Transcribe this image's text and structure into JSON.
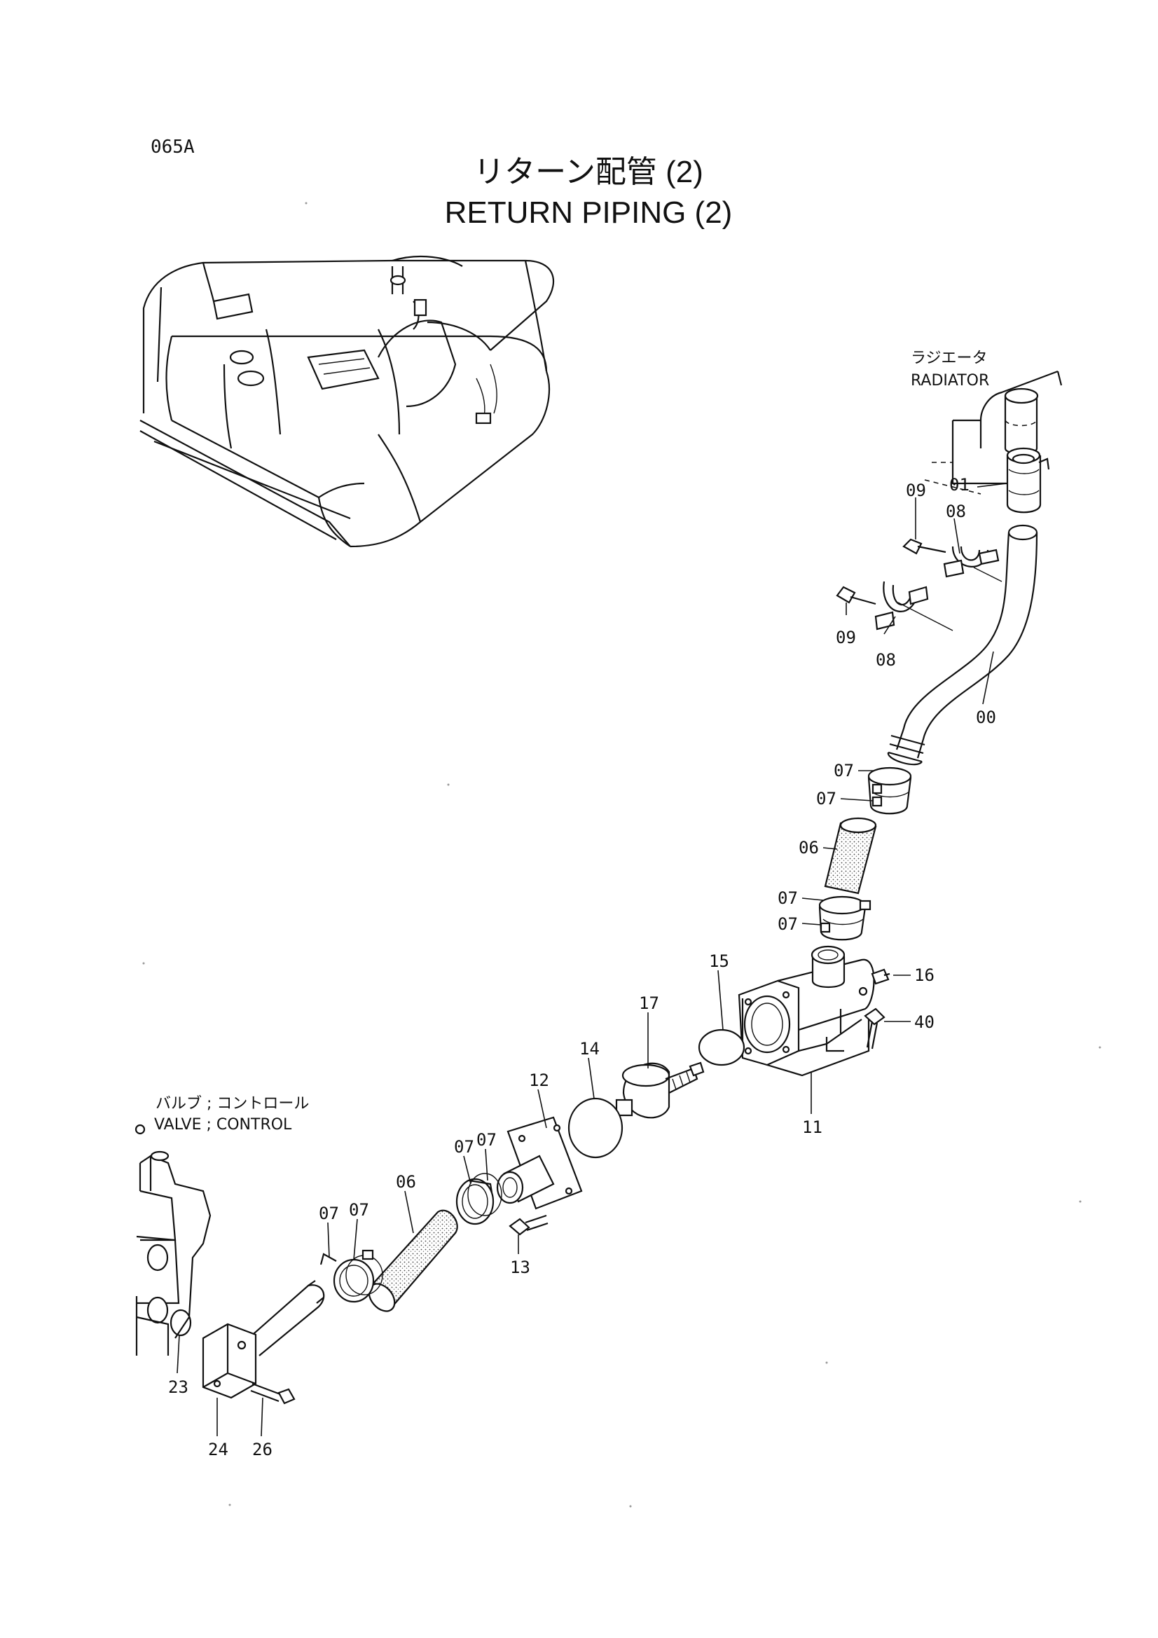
{
  "page": {
    "code": "065A",
    "title_jp": "リターン配管 (2)",
    "title_en": "RETURN PIPING (2)"
  },
  "notes": {
    "radiator_jp": "ラジエータ",
    "radiator_en": "RADIATOR",
    "valve_jp": "バルブ ; コントロール",
    "valve_en": "VALVE ; CONTROL"
  },
  "callouts": [
    {
      "id": "c01",
      "text": "01"
    },
    {
      "id": "c09a",
      "text": "09"
    },
    {
      "id": "c08a",
      "text": "08"
    },
    {
      "id": "c09b",
      "text": "09"
    },
    {
      "id": "c08b",
      "text": "08"
    },
    {
      "id": "c00",
      "text": "00"
    },
    {
      "id": "c07a",
      "text": "07"
    },
    {
      "id": "c07b",
      "text": "07"
    },
    {
      "id": "c06a",
      "text": "06"
    },
    {
      "id": "c07c",
      "text": "07"
    },
    {
      "id": "c07d",
      "text": "07"
    },
    {
      "id": "c15",
      "text": "15"
    },
    {
      "id": "c16",
      "text": "16"
    },
    {
      "id": "c17",
      "text": "17"
    },
    {
      "id": "c40",
      "text": "40"
    },
    {
      "id": "c14",
      "text": "14"
    },
    {
      "id": "c12",
      "text": "12"
    },
    {
      "id": "c11",
      "text": "11"
    },
    {
      "id": "c07e",
      "text": "07"
    },
    {
      "id": "c07f",
      "text": "07"
    },
    {
      "id": "c06b",
      "text": "06"
    },
    {
      "id": "c07g",
      "text": "07"
    },
    {
      "id": "c07h",
      "text": "07"
    },
    {
      "id": "c13",
      "text": "13"
    },
    {
      "id": "c23",
      "text": "23"
    },
    {
      "id": "c24",
      "text": "24"
    },
    {
      "id": "c26",
      "text": "26"
    }
  ]
}
